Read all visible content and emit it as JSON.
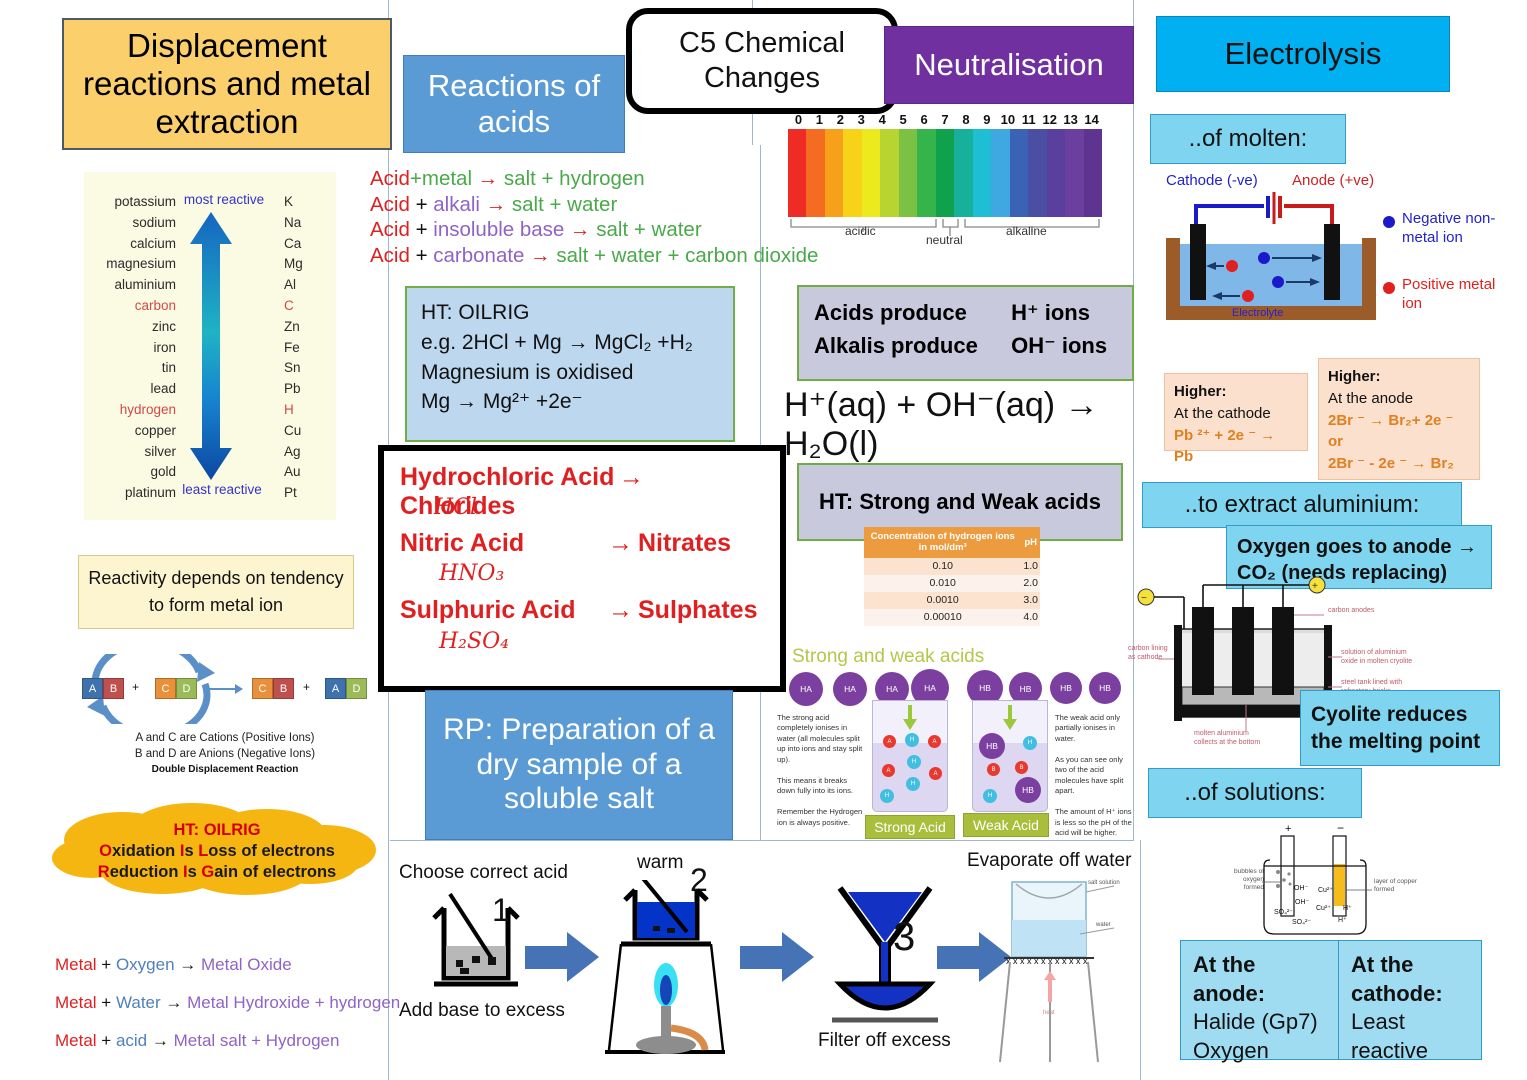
{
  "headers": {
    "displacement": "Displacement reactions and metal extraction",
    "reactions_of_acids": "Reactions of acids",
    "main_title": "C5 Chemical Changes",
    "neutralisation": "Neutralisation",
    "electrolysis": "Electrolysis"
  },
  "reactivity_series": {
    "names": [
      "potassium",
      "sodium",
      "calcium",
      "magnesium",
      "aluminium",
      "carbon",
      "zinc",
      "iron",
      "tin",
      "lead",
      "hydrogen",
      "copper",
      "silver",
      "gold",
      "platinum"
    ],
    "symbols": [
      "K",
      "Na",
      "Ca",
      "Mg",
      "Al",
      "C",
      "Zn",
      "Fe",
      "Sn",
      "Pb",
      "H",
      "Cu",
      "Ag",
      "Au",
      "Pt"
    ],
    "highlight": [
      "carbon",
      "hydrogen"
    ],
    "top_label": "most reactive",
    "bottom_label": "least reactive"
  },
  "reactivity_note": "Reactivity depends on tendency to form metal ion",
  "double_displacement": {
    "reactant1": [
      "A",
      "B"
    ],
    "reactant2": [
      "C",
      "D"
    ],
    "product1": [
      "C",
      "B"
    ],
    "product2": [
      "A",
      "D"
    ],
    "plus": "+",
    "caption1": "A and C are Cations (Positive Ions)",
    "caption2": "B and D are Anions (Negative Ions)",
    "caption3": "Double Displacement Reaction"
  },
  "oilrig_cloud": {
    "line1": "HT: OILRIG",
    "line2_initial": "O",
    "line2_rest": "xidation ",
    "line2b_initial": "I",
    "line2b_rest": "s ",
    "line2c_initial": "L",
    "line2c_rest": "oss of electrons",
    "line3_initial": "R",
    "line3_rest": "eduction ",
    "line3b_initial": "I",
    "line3b_rest": "s ",
    "line3c_initial": "G",
    "line3c_rest": "ain of electrons"
  },
  "metal_reactions": [
    {
      "a": "Metal",
      "plus": " + ",
      "b": "Oxygen",
      "arrow": "→",
      "product": "Metal Oxide"
    },
    {
      "a": "Metal",
      "plus": " + ",
      "b": "Water",
      "arrow": "→",
      "product": "Metal Hydroxide + hydrogen"
    },
    {
      "a": "Metal",
      "plus": " + ",
      "b": "acid",
      "arrow": "→",
      "product": "Metal salt + Hydrogen"
    }
  ],
  "acid_equations": [
    {
      "left": "Acid",
      "plus": "+",
      "reagent": "metal",
      "arrow": "→",
      "products": "salt + hydrogen"
    },
    {
      "left": "Acid",
      "plus": " + ",
      "reagent": "alkali",
      "arrow": "→",
      "products": "salt + water"
    },
    {
      "left": "Acid",
      "plus": " + ",
      "reagent": "insoluble base",
      "arrow": "→",
      "products": "salt + water"
    },
    {
      "left": "Acid",
      "plus": " + ",
      "reagent": "carbonate",
      "arrow": "→",
      "products": "salt + water + carbon dioxide"
    }
  ],
  "oilrig_box": {
    "line1": "HT: OILRIG",
    "line2": "e.g. 2HCl + Mg → MgCl₂ +H₂",
    "line3": "Magnesium is oxidised",
    "line4": "Mg → Mg²⁺ +2e⁻"
  },
  "acid_salts": [
    {
      "acid": "Hydrochloric Acid",
      "arrow": "→",
      "salt": "Chlorides",
      "formula": "HCl"
    },
    {
      "acid": "Nitric Acid",
      "arrow": "→",
      "salt": "Nitrates",
      "formula": "HNO₃"
    },
    {
      "acid": "Sulphuric Acid",
      "arrow": "→",
      "salt": "Sulphates",
      "formula": "H₂SO₄"
    }
  ],
  "rp": {
    "title": "RP: Preparation of a dry sample of a soluble salt",
    "step1_top": "Choose correct acid",
    "step1_bottom": "Add base to excess",
    "step1_num": "1",
    "step2_label": "warm",
    "step2_num": "2",
    "step3_num": "3",
    "step3_label": "Filter off excess",
    "step4_label": "Evaporate off water",
    "step4_salt": "salt solution",
    "step4_water": "water",
    "step4_heat": "heat"
  },
  "ph_scale": {
    "numbers": [
      "0",
      "1",
      "2",
      "3",
      "4",
      "5",
      "6",
      "7",
      "8",
      "9",
      "10",
      "11",
      "12",
      "13",
      "14"
    ],
    "colors": [
      "#ee2b24",
      "#f36c21",
      "#f7a11a",
      "#f6d218",
      "#ecea1d",
      "#b8d430",
      "#7bc143",
      "#34b44a",
      "#0fa14b",
      "#17b09a",
      "#1ebfd4",
      "#3fa8e0",
      "#3a62b5",
      "#4b4fa3",
      "#5b3f9e",
      "#6a3fa0",
      "#5d3591"
    ],
    "acidic": "acidic",
    "neutral": "neutral",
    "alkaline": "alkaline"
  },
  "ions_box": {
    "row1_a": "Acids produce",
    "row1_b": "H⁺ ions",
    "row2_a": "Alkalis produce",
    "row2_b": "OH⁻ ions"
  },
  "neutralisation_equation": "H⁺(aq) + OH⁻(aq) → H₂O(l)",
  "strong_weak_header": "HT: Strong and Weak acids",
  "ph_table": {
    "headers": [
      "Concentration of hydrogen ions in mol/dm³",
      "pH"
    ],
    "rows": [
      [
        "0.10",
        "1.0"
      ],
      [
        "0.010",
        "2.0"
      ],
      [
        "0.0010",
        "3.0"
      ],
      [
        "0.00010",
        "4.0"
      ]
    ]
  },
  "strong_weak_fig": {
    "title": "Strong and weak acids",
    "left_text": "The strong acid completely ionises in water (all molecules split up into ions and stay split up).\n\nThis means it breaks down fully into its ions.\n\nRemember the Hydrogen ion is always positive.",
    "right_text": "The weak acid only partially ionises in water.\n\nAs you can see only two of the acid molecules have split apart.\n\nThe amount of H⁺ ions is less so the pH of the acid will be higher.",
    "left_label": "Strong Acid",
    "right_label": "Weak Acid",
    "left_molecule": "HA",
    "right_molecule": "HB"
  },
  "electrolysis": {
    "of_molten": "..of molten:",
    "cathode_label": "Cathode (-ve)",
    "anode_label": "Anode (+ve)",
    "electrolyte": "Electrolyte",
    "legend_neg": "Negative non-metal ion",
    "legend_pos": "Positive metal ion",
    "higher_cathode": {
      "line1": "Higher:",
      "line2": "At the cathode",
      "line3": "Pb ²⁺ + 2e ⁻ → Pb"
    },
    "higher_anode": {
      "line1": "Higher:",
      "line2": "At the anode",
      "line3": "2Br ⁻ → Br₂+ 2e ⁻",
      "line4": "or",
      "line5": "2Br ⁻ - 2e ⁻ → Br₂"
    },
    "extract_aluminium": "..to extract aluminium:",
    "oxygen_note": "Oxygen goes to anode → CO₂ (needs replacing)",
    "cryolite_note": "Cyolite reduces the melting point",
    "alu_labels": {
      "anodes": "carbon anodes",
      "lining": "carbon lining as cathode",
      "solution": "solution of aluminium oxide in molten cryolite",
      "tank": "steel tank lined with refractory bricks",
      "bottom": "molten aluminium collects at the bottom",
      "minus": "−",
      "plus": "+"
    },
    "of_solutions": "..of solutions:",
    "sol_labels": {
      "plus": "+",
      "minus": "−",
      "bubbles": "bubbles of oxygen formed",
      "copper": "layer of copper formed",
      "oh1": "OH⁻",
      "oh2": "OH⁻",
      "so1": "SO₄²⁻",
      "so2": "SO₄²⁻",
      "cu1": "Cu²⁺",
      "cu2": "Cu²⁺",
      "h1": "H⁺",
      "h2": "H⁺"
    },
    "anode_box": {
      "title1": "At the",
      "title2": "anode:",
      "line1": "Halide (Gp7)",
      "line2": "Oxygen"
    },
    "cathode_box": {
      "title1": "At the",
      "title2": "cathode:",
      "line1": "Least",
      "line2": "reactive"
    }
  }
}
